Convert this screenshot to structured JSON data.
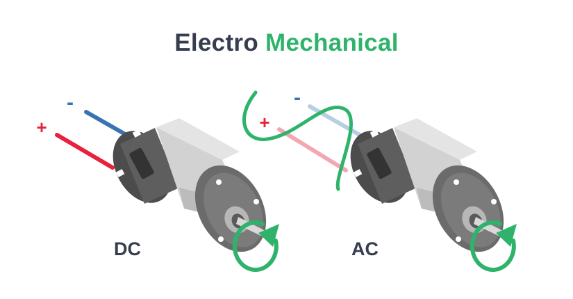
{
  "title": {
    "word1": "Electro",
    "word2": "Mechanical"
  },
  "motors": [
    {
      "label": "DC",
      "plus": "+",
      "minus": "-"
    },
    {
      "label": "AC",
      "plus": "+",
      "minus": "-"
    }
  ],
  "colors": {
    "dark_text": "#363d4f",
    "accent_green": "#2fb36b",
    "positive_wire": "#e8213d",
    "negative_wire": "#3a73b4",
    "positive_wire_faded": "#f2a7b1",
    "negative_wire_faded": "#b7cfe4"
  }
}
